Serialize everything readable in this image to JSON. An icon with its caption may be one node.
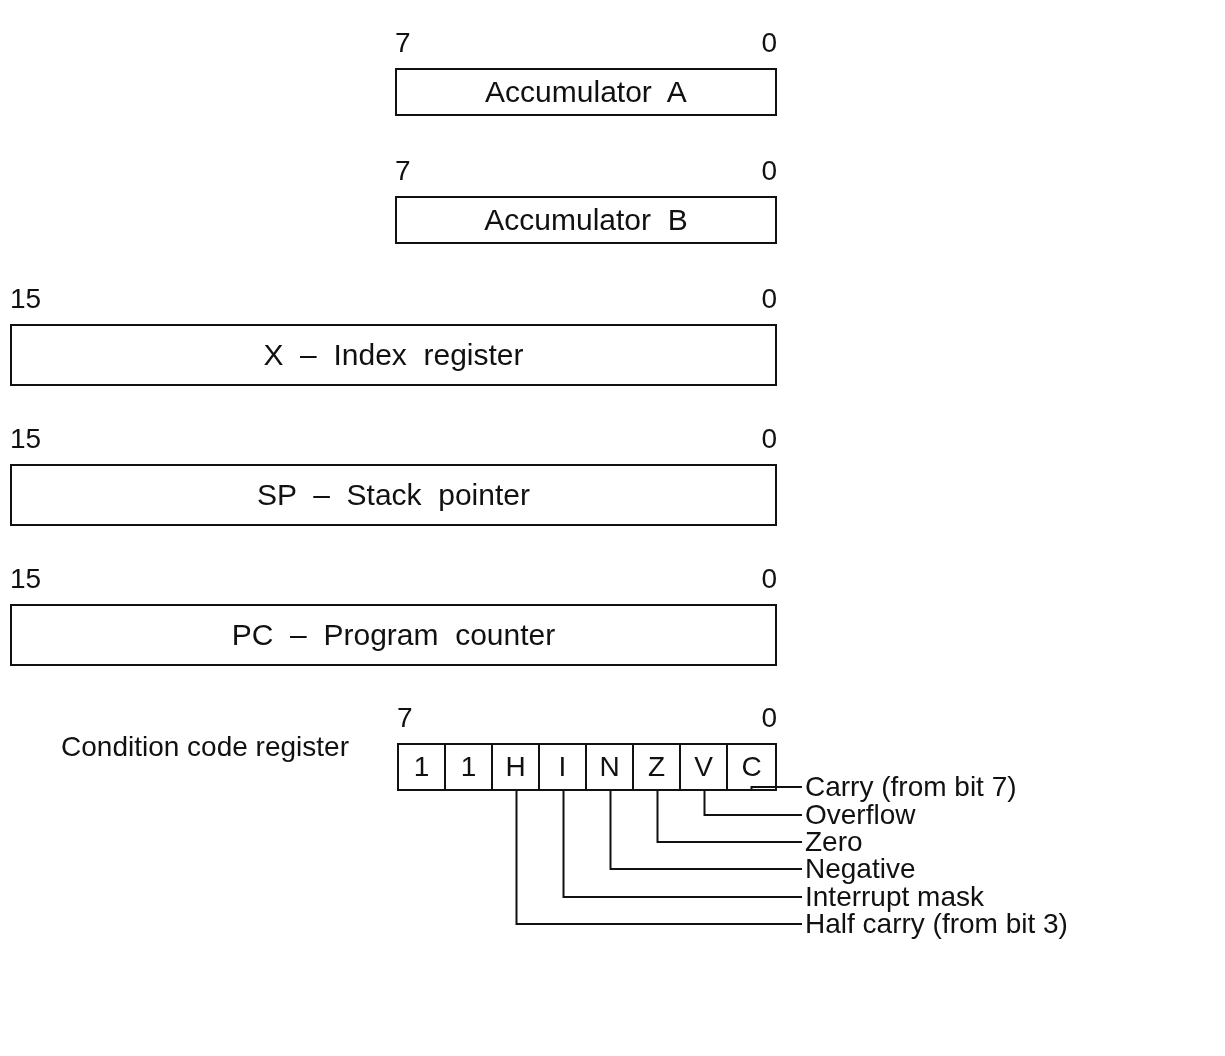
{
  "diagram": {
    "nodes": [
      {
        "text": [
          "Accumulator A"
        ],
        "beside": [
          "7",
          "0"
        ]
      },
      {
        "text": [
          "Accumulator B"
        ],
        "beside": [
          "7",
          "0"
        ]
      },
      {
        "text": [
          "X – Index register"
        ],
        "beside": [
          "15",
          "0"
        ]
      },
      {
        "text": [
          "SP – Stack pointer"
        ],
        "beside": [
          "15",
          "0"
        ]
      },
      {
        "text": [
          "PC – Program counter"
        ],
        "beside": [
          "15",
          "0"
        ]
      },
      {
        "text": [
          "Condition code register"
        ],
        "beside": [
          "7",
          "0"
        ]
      },
      {
        "text": [
          "1"
        ],
        "in": 5
      },
      {
        "text": [
          "1"
        ],
        "in": 5
      },
      {
        "text": [
          "H"
        ],
        "in": 5
      },
      {
        "text": [
          "I"
        ],
        "in": 5
      },
      {
        "text": [
          "N"
        ],
        "in": 5
      },
      {
        "text": [
          "Z"
        ],
        "in": 5
      },
      {
        "text": [
          "V"
        ],
        "in": 5
      },
      {
        "text": [
          "C"
        ],
        "in": 5
      },
      {
        "text": [
          "Carry (from bit 7)"
        ]
      },
      {
        "text": [
          "Overflow"
        ]
      },
      {
        "text": [
          "Zero"
        ]
      },
      {
        "text": [
          "Negative"
        ]
      },
      {
        "text": [
          "Interrupt mask"
        ]
      },
      {
        "text": [
          "Half carry (from bit 3)"
        ]
      }
    ],
    "edges": [
      {
        "from": 13,
        "to": 14,
        "arrow": "none"
      },
      {
        "from": 12,
        "to": 15,
        "arrow": "none"
      },
      {
        "from": 11,
        "to": 16,
        "arrow": "none"
      },
      {
        "from": 10,
        "to": 17,
        "arrow": "none"
      },
      {
        "from": 9,
        "to": 18,
        "arrow": "none"
      },
      {
        "from": 8,
        "to": 19,
        "arrow": "none"
      }
    ]
  }
}
